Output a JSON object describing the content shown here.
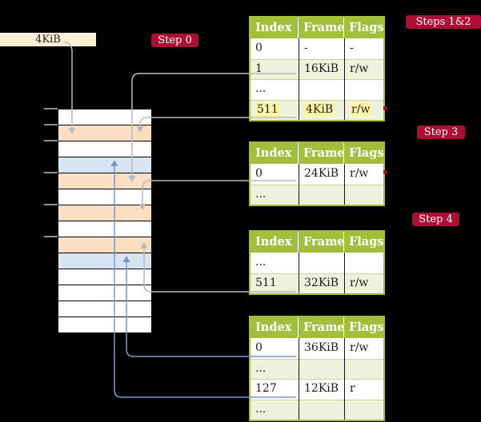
{
  "colors": {
    "background": "#000000",
    "table_green": "#a4be3c",
    "table_row_shaded": "#eef2dc",
    "table_row_white": "#ffffff",
    "highlight_yellow": "#fdf5a6",
    "badge_red": "#ae0e35",
    "label_cream": "#faf0d4",
    "frame_free": "#ffffff",
    "frame_pagetable": "#fcdfc3",
    "frame_page": "#d8e4f3",
    "arrow_gray": "#b9b9b9",
    "arrow_blue": "#7b98cb",
    "tick_gray": "#909090",
    "cell_text": "#1c1c1c"
  },
  "page_size_label": {
    "text": "4KiB"
  },
  "badges": {
    "step0": {
      "label": "Step 0"
    },
    "steps12": {
      "label": "Steps 1&2"
    },
    "step3": {
      "label": "Step 3"
    },
    "step4": {
      "label": "Step 4"
    }
  },
  "memory": {
    "frames": [
      {
        "kind": "free"
      },
      {
        "kind": "pagetable"
      },
      {
        "kind": "free"
      },
      {
        "kind": "page"
      },
      {
        "kind": "pagetable"
      },
      {
        "kind": "free"
      },
      {
        "kind": "pagetable"
      },
      {
        "kind": "free"
      },
      {
        "kind": "pagetable"
      },
      {
        "kind": "page"
      },
      {
        "kind": "free"
      },
      {
        "kind": "free"
      },
      {
        "kind": "free"
      },
      {
        "kind": "free"
      }
    ],
    "tick_rows": [
      0,
      1,
      2,
      4,
      6,
      8
    ]
  },
  "tables": [
    {
      "id": "table-steps-1-2",
      "columns": [
        "Index",
        "Frame",
        "Flags"
      ],
      "rows": [
        {
          "index": "0",
          "frame": "-",
          "flags": "-",
          "shaded": false,
          "highlight": false
        },
        {
          "index": "1",
          "frame": "16KiB",
          "flags": "r/w",
          "shaded": true,
          "highlight": false
        },
        {
          "index": "...",
          "frame": "",
          "flags": "",
          "shaded": false,
          "highlight": false
        },
        {
          "index": "511",
          "frame": "4KiB",
          "flags": "r/w",
          "shaded": true,
          "highlight": true
        }
      ]
    },
    {
      "id": "table-step-3",
      "columns": [
        "Index",
        "Frame",
        "Flags"
      ],
      "rows": [
        {
          "index": "0",
          "frame": "24KiB",
          "flags": "r/w",
          "shaded": false,
          "highlight": false
        },
        {
          "index": "...",
          "frame": "",
          "flags": "",
          "shaded": true,
          "highlight": false
        }
      ]
    },
    {
      "id": "table-step-4",
      "columns": [
        "Index",
        "Frame",
        "Flags"
      ],
      "rows": [
        {
          "index": "...",
          "frame": "",
          "flags": "",
          "shaded": false,
          "highlight": false
        },
        {
          "index": "511",
          "frame": "32KiB",
          "flags": "r/w",
          "shaded": true,
          "highlight": false
        }
      ]
    },
    {
      "id": "table-final",
      "columns": [
        "Index",
        "Frame",
        "Flags"
      ],
      "rows": [
        {
          "index": "0",
          "frame": "36KiB",
          "flags": "r/w",
          "shaded": false,
          "highlight": false
        },
        {
          "index": "...",
          "frame": "",
          "flags": "",
          "shaded": true,
          "highlight": false
        },
        {
          "index": "127",
          "frame": "12KiB",
          "flags": "r",
          "shaded": false,
          "highlight": false
        },
        {
          "index": "...",
          "frame": "",
          "flags": "",
          "shaded": true,
          "highlight": false
        }
      ]
    }
  ]
}
